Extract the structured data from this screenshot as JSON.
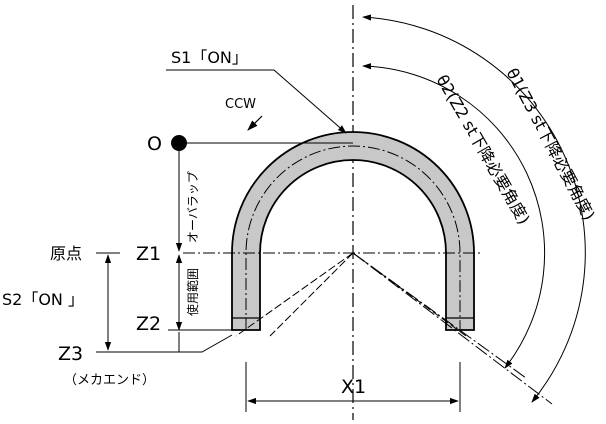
{
  "labels": {
    "s1_on": "S1「ON」",
    "ccw": "CCW",
    "origin_zero": "O",
    "overlap": "オーバラップ",
    "origin_point": "原点",
    "z1": "Z1",
    "z2": "Z2",
    "z3": "Z3",
    "usage_range": "使用範囲",
    "s2_on": "S2「ON 」",
    "mech_end": "（メカエンド）",
    "x1": "X1",
    "theta1": "θ1(Z3 st下降必要角度)",
    "theta2": "θ2(Z2 st下降必要角度)"
  },
  "colors": {
    "ink": "#000000",
    "tube_fill": "#c8c8c8",
    "background": "#ffffff"
  }
}
